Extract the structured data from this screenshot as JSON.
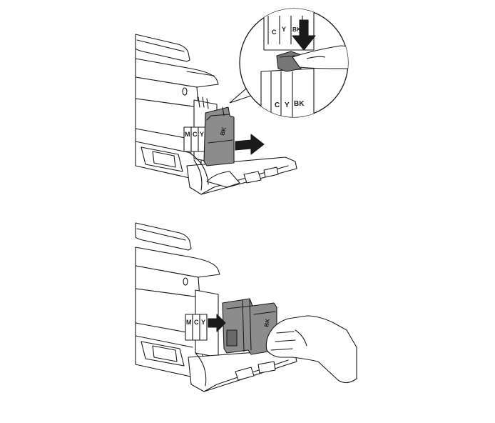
{
  "step_remove": {
    "slot_labels": [
      "M",
      "C",
      "Y"
    ],
    "cartridge_label": "BK"
  },
  "callout": {
    "labels_top": [
      "C",
      "Y",
      "BK"
    ],
    "labels_bottom": [
      "C",
      "Y",
      "BK"
    ]
  },
  "step_insert": {
    "slot_labels": [
      "M",
      "C",
      "Y"
    ],
    "cartridge_label": "BK"
  },
  "colors": {
    "line": "#1a1a1a",
    "cartridge_fill": "#8c8c8c",
    "cartridge_dark": "#6a6a6a",
    "button_fill": "#777777",
    "background": "#ffffff"
  }
}
